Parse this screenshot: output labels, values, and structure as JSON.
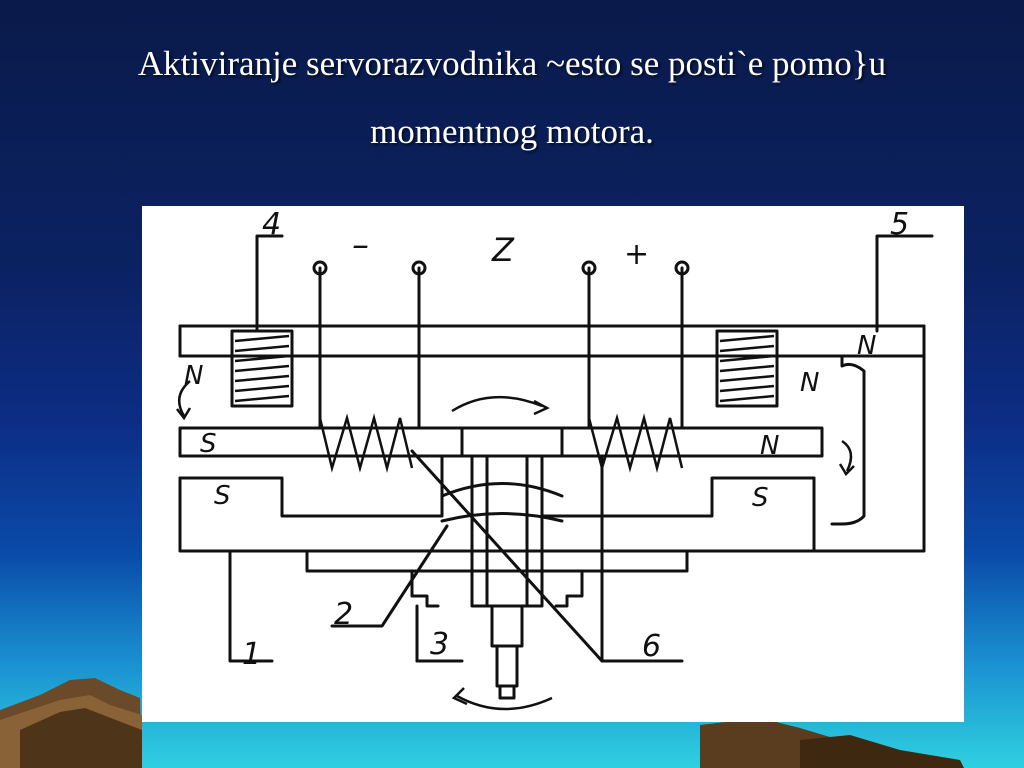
{
  "slide": {
    "title_line1": "Aktiviranje servorazvodnika ~esto se posti`e pomo}u",
    "title_line2": "momentnog motora."
  },
  "diagram": {
    "labels": {
      "part1": "1",
      "part2": "2",
      "part3": "3",
      "part4": "4",
      "part5": "5",
      "part6": "6",
      "minus": "–",
      "plus": "+",
      "z": "Z"
    },
    "poles": {
      "n_left_top": "N",
      "n_right_top": "N",
      "n_right_upper": "N",
      "n_right_mid": "N",
      "s_left_mid": "S",
      "s_left_low": "S",
      "s_right_low": "S"
    }
  },
  "colors": {
    "bg_top": "#0a1a4a",
    "bg_mid": "#0d2d85",
    "bg_bottom": "#2fd0e0",
    "title_text": "#ffffff",
    "diagram_ink": "#111111"
  }
}
